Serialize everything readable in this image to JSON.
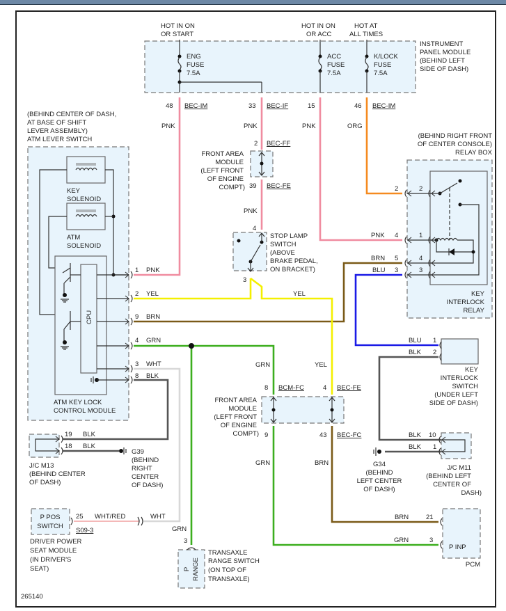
{
  "diagram": {
    "figure_id": "265140",
    "wire_colors": {
      "PNK": "#f08ca0",
      "ORG": "#f58a1f",
      "YEL": "#f4f000",
      "BRN": "#7a5a18",
      "BLU": "#1a1ae6",
      "GRN": "#3cae1e",
      "WHT": "#d8d8d8",
      "BLK": "#555555",
      "WHT/RED": "#f0a0a0"
    },
    "power": {
      "eng_source": [
        "HOT IN ON",
        "OR START"
      ],
      "acc_source": [
        "HOT IN ON",
        "OR ACC"
      ],
      "klock_source": [
        "HOT AT",
        "ALL TIMES"
      ]
    },
    "instrument_panel_module": {
      "label": [
        "INSTRUMENT",
        "PANEL MODULE",
        "(BEHIND LEFT",
        "SIDE OF DASH)"
      ],
      "fuses": [
        {
          "name": "ENG",
          "type": "FUSE",
          "rating": "7.5A"
        },
        {
          "name": "ACC",
          "type": "FUSE",
          "rating": "7.5A"
        },
        {
          "name": "K/LOCK",
          "type": "FUSE",
          "rating": "7.5A"
        }
      ],
      "pins": [
        {
          "pin": "48",
          "connector": "BEC-IM",
          "wire": "PNK"
        },
        {
          "pin": "33",
          "connector": "BEC-IF",
          "wire": "PNK"
        },
        {
          "pin": "15",
          "connector": "",
          "wire": "PNK"
        },
        {
          "pin": "46",
          "connector": "BEC-IM",
          "wire": "ORG"
        }
      ]
    },
    "atm_lever_switch": {
      "label": [
        "(BEHIND CENTER OF DASH,",
        "AT BASE OF SHIFT",
        "LEVER ASSEMBLY)",
        "ATM LEVER SWITCH"
      ],
      "key_solenoid": [
        "KEY",
        "SOLENOID"
      ],
      "atm_solenoid": [
        "ATM",
        "SOLENOID"
      ],
      "cpu": "CPU",
      "module_label": [
        "ATM KEY LOCK",
        "CONTROL MODULE"
      ],
      "pins": [
        {
          "pin": "1",
          "wire": "PNK"
        },
        {
          "pin": "2",
          "wire": "YEL"
        },
        {
          "pin": "9",
          "wire": "BRN"
        },
        {
          "pin": "4",
          "wire": "GRN"
        },
        {
          "pin": "3",
          "wire": "WHT"
        },
        {
          "pin": "8",
          "wire": "BLK"
        }
      ]
    },
    "front_area_module_top": {
      "label": [
        "FRONT AREA",
        "MODULE",
        "(LEFT FRONT",
        "OF ENGINE",
        "COMPT)"
      ],
      "pin_in": "2",
      "conn_in": "BEC-FF",
      "pin_out": "39",
      "conn_out": "BEC-FE",
      "wire": "PNK"
    },
    "stop_lamp_switch": {
      "label": [
        "STOP LAMP",
        "SWITCH",
        "(ABOVE",
        "BRAKE PEDAL,",
        "ON BRACKET)"
      ],
      "pin_in": "4",
      "pin_out": "3",
      "wire_out": "YEL"
    },
    "relay_box": {
      "label": [
        "(BEHIND RIGHT FRONT",
        "OF CENTER CONSOLE)",
        "RELAY BOX"
      ],
      "relay_label": [
        "KEY",
        "INTERLOCK",
        "RELAY"
      ],
      "pins": [
        {
          "outer": "2",
          "inner": "2",
          "wire": ""
        },
        {
          "outer": "4",
          "inner": "1",
          "wire": "PNK"
        },
        {
          "outer": "5",
          "inner": "4",
          "wire": "BRN"
        },
        {
          "outer": "3",
          "inner": "3",
          "wire": "BLU"
        }
      ]
    },
    "key_interlock_switch": {
      "label": [
        "KEY",
        "INTERLOCK",
        "SWITCH",
        "(UNDER LEFT",
        "SIDE OF DASH)"
      ],
      "pins": [
        {
          "pin": "1",
          "wire": "BLU"
        },
        {
          "pin": "2",
          "wire": "BLK"
        }
      ]
    },
    "front_area_module_bottom": {
      "label": [
        "FRONT AREA",
        "MODULE",
        "(LEFT FRONT",
        "OF ENGINE",
        "COMPT)"
      ],
      "left": {
        "pin_in": "8",
        "conn_in": "BCM-FC",
        "pin_out": "9",
        "wire_in": "GRN",
        "wire_out": "GRN"
      },
      "right": {
        "pin_in": "4",
        "conn_in": "BEC-FE",
        "pin_out": "43",
        "conn_out": "BEC-FC",
        "wire_in": "YEL",
        "wire_out": "BRN"
      }
    },
    "jc_m13": {
      "label": [
        "J/C M13",
        "(BEHIND CENTER",
        "OF DASH)"
      ],
      "pins": [
        {
          "pin": "19",
          "wire": "BLK"
        },
        {
          "pin": "18",
          "wire": "BLK"
        }
      ]
    },
    "g39": {
      "label": [
        "G39",
        "(BEHIND",
        "RIGHT",
        "CENTER",
        "OF DASH)"
      ]
    },
    "g34": {
      "label": [
        "G34",
        "(BEHIND",
        "LEFT CENTER",
        "OF DASH)"
      ]
    },
    "jc_m11": {
      "label": [
        "J/C M11",
        "(BEHIND LEFT",
        "CENTER OF",
        "DASH)"
      ],
      "pins": [
        {
          "pin": "10",
          "wire": "BLK"
        },
        {
          "pin": "1",
          "wire": "BLK"
        }
      ]
    },
    "driver_power_seat_module": {
      "inner": [
        "P POS",
        "SWITCH"
      ],
      "label": [
        "DRIVER POWER",
        "SEAT MODULE",
        "(IN DRIVER'S",
        "SEAT)"
      ],
      "pin": "25",
      "connector": "S09-3",
      "wire": "WHT/RED",
      "wire_after": "WHT"
    },
    "transaxle_range_switch": {
      "inner": [
        "P",
        "RANGE"
      ],
      "label": [
        "TRANSAXLE",
        "RANGE SWITCH",
        "(ON TOP OF",
        "TRANSAXLE)"
      ],
      "pin": "3",
      "wire": "GRN"
    },
    "pcm": {
      "label": "PCM",
      "inner": "P INP",
      "pins": [
        {
          "pin": "21",
          "wire": "BRN"
        },
        {
          "pin": "3",
          "wire": "GRN"
        }
      ]
    }
  }
}
